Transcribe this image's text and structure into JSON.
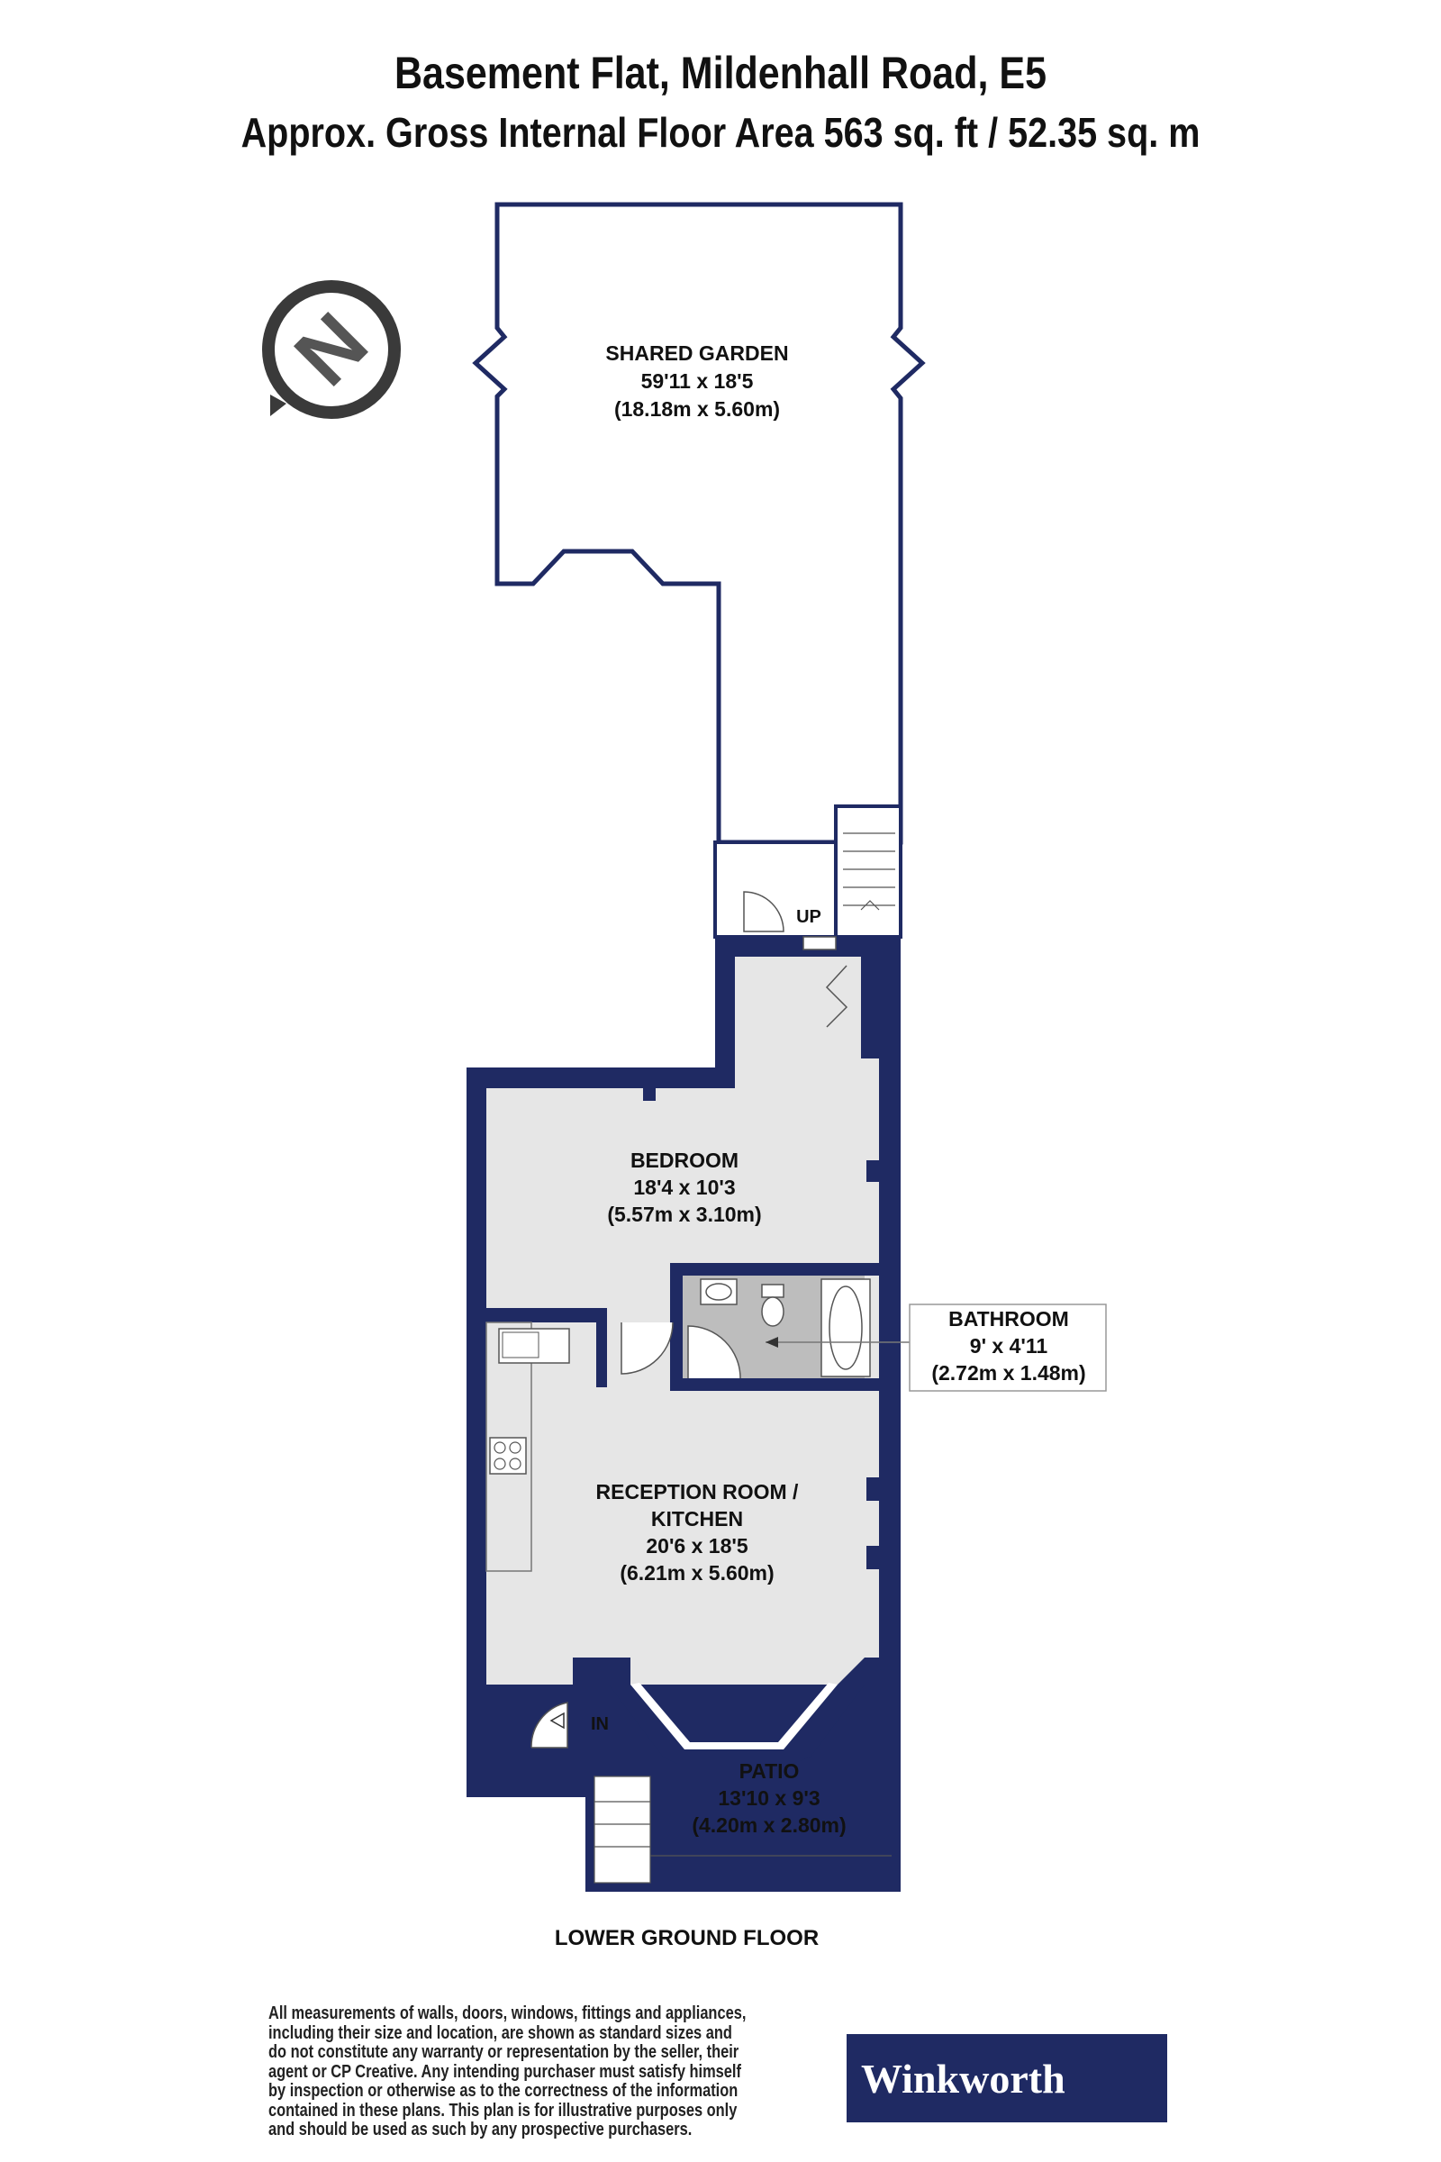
{
  "header": {
    "title": "Basement Flat, Mildenhall Road, E5",
    "subtitle": "Approx. Gross Internal Floor Area 563 sq. ft / 52.35 sq. m"
  },
  "compass": {
    "letter": "N"
  },
  "rooms": {
    "garden": {
      "name": "SHARED GARDEN",
      "imperial": "59'11 x 18'5",
      "metric": "(18.18m x 5.60m)"
    },
    "bedroom": {
      "name": "BEDROOM",
      "imperial": "18'4 x 10'3",
      "metric": "(5.57m x 3.10m)"
    },
    "bathroom": {
      "name": "BATHROOM",
      "imperial": "9' x 4'11",
      "metric": "(2.72m x 1.48m)"
    },
    "reception": {
      "name_line1": "RECEPTION ROOM /",
      "name_line2": "KITCHEN",
      "imperial": "20'6 x 18'5",
      "metric": "(6.21m x 5.60m)"
    },
    "patio": {
      "name": "PATIO",
      "imperial": "13'10 x 9'3",
      "metric": "(4.20m x 2.80m)"
    }
  },
  "labels": {
    "up": "UP",
    "in": "IN",
    "floor": "LOWER GROUND FLOOR"
  },
  "footer": {
    "disclaimer": "All measurements of walls, doors, windows, fittings and appliances, including their size and location, are shown as standard sizes and do not constitute any warranty or representation by the seller, their agent or CP Creative. Any intending purchaser must satisfy himself by inspection or otherwise as to the correctness of the information contained in these plans. This plan is for illustrative purposes only and should be used as such by any prospective purchasers.",
    "logo": "Winkworth"
  },
  "colors": {
    "wall": "#1f2a63",
    "room_fill": "#e6e6e6",
    "bath_fill": "#bdbdbd",
    "logo_bg": "#1f2a63"
  }
}
